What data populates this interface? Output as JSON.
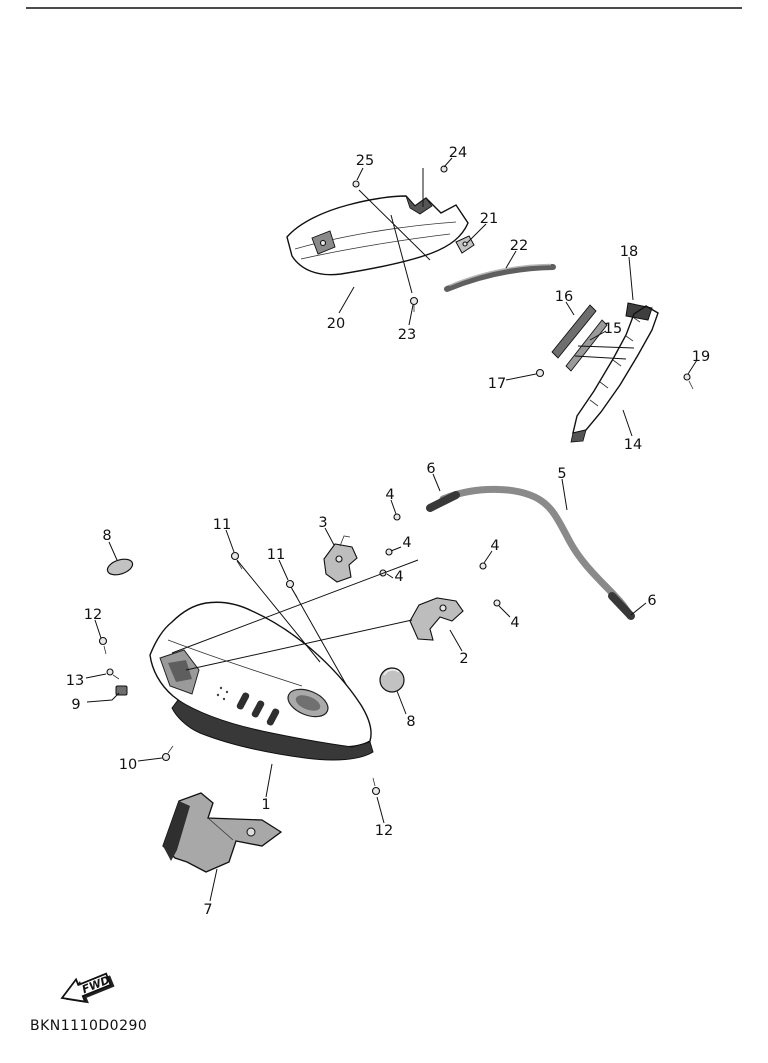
{
  "page": {
    "code": "BKN1110D0290",
    "fwd_label": "FWD"
  },
  "colors": {
    "ink": "#111111",
    "background": "#ffffff",
    "part_light": "#cfcfcf",
    "part_mid": "#9e9e9e",
    "part_dark": "#4a4a4a"
  },
  "callouts": [
    {
      "label": "25"
    },
    {
      "label": "24"
    },
    {
      "label": "21"
    },
    {
      "label": "22"
    },
    {
      "label": "20"
    },
    {
      "label": "23"
    },
    {
      "label": "18"
    },
    {
      "label": "16"
    },
    {
      "label": "15"
    },
    {
      "label": "19"
    },
    {
      "label": "17"
    },
    {
      "label": "14"
    },
    {
      "label": "6"
    },
    {
      "label": "5"
    },
    {
      "label": "4"
    },
    {
      "label": "3"
    },
    {
      "label": "11"
    },
    {
      "label": "11"
    },
    {
      "label": "4"
    },
    {
      "label": "4"
    },
    {
      "label": "8"
    },
    {
      "label": "4"
    },
    {
      "label": "4"
    },
    {
      "label": "2"
    },
    {
      "label": "6"
    },
    {
      "label": "12"
    },
    {
      "label": "13"
    },
    {
      "label": "9"
    },
    {
      "label": "8"
    },
    {
      "label": "10"
    },
    {
      "label": "1"
    },
    {
      "label": "12"
    },
    {
      "label": "7"
    }
  ]
}
